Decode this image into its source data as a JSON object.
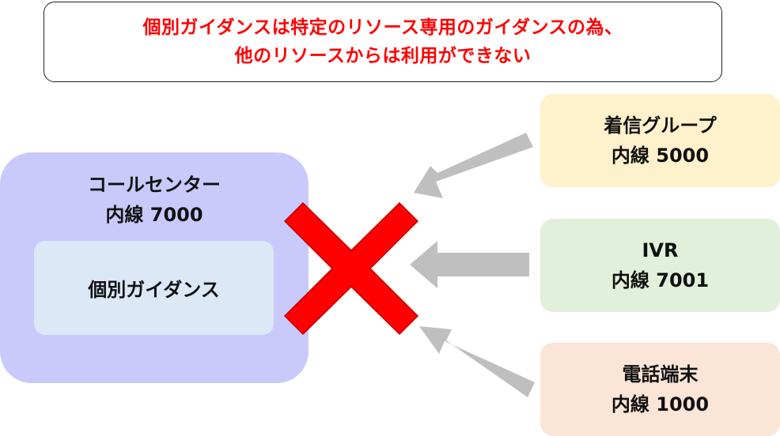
{
  "note": {
    "line1": "個別ガイダンスは特定のリソース専用のガイダンスの為、",
    "line2": "他のリソースからは利用ができない"
  },
  "call_center": {
    "name": "コールセンター",
    "extension": "内線 7000",
    "guidance_label": "個別ガイダンス"
  },
  "resources": [
    {
      "name": "着信グループ",
      "extension": "内線 5000"
    },
    {
      "name": "IVR",
      "extension": "内線 7001"
    },
    {
      "name": "電話端末",
      "extension": "内線 1000"
    }
  ],
  "colors": {
    "note_text": "#ff0000",
    "call_center_bg": "#c9c9fb",
    "guidance_bg": "#dce8f6",
    "group_bg": "#fff1cc",
    "ivr_bg": "#e2efda",
    "phone_bg": "#fbe5d6",
    "arrow": "#bfbfbf",
    "cross": "#ff0000"
  }
}
